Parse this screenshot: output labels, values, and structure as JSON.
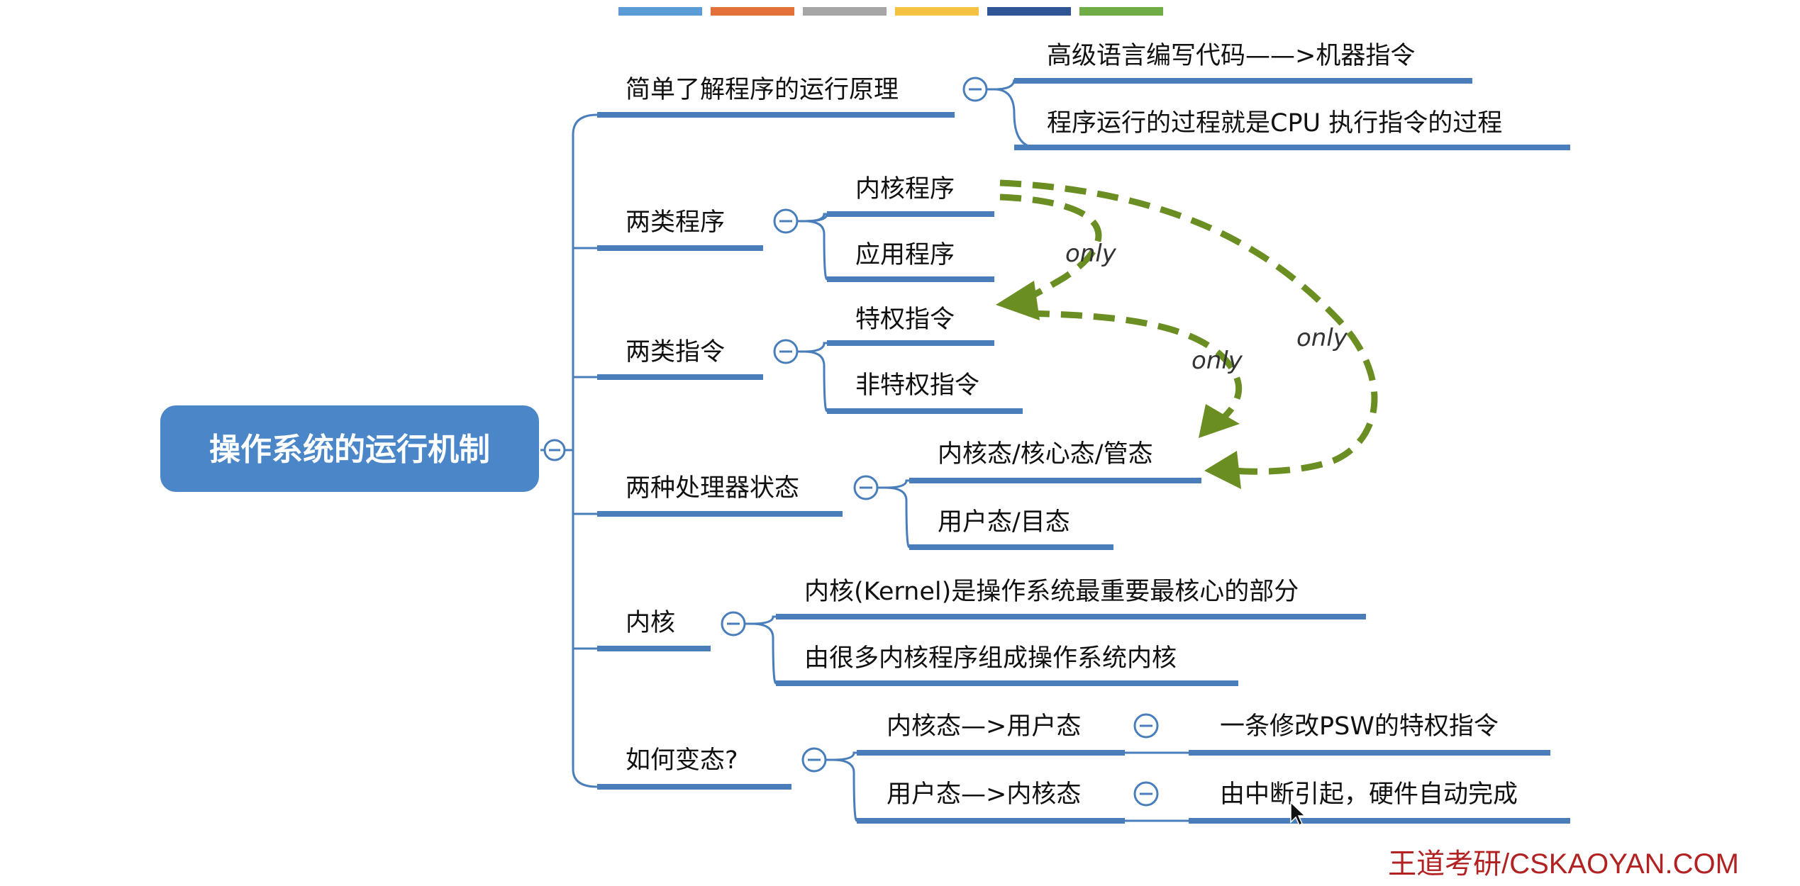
{
  "palette": [
    "#5b9bd5",
    "#e2703a",
    "#a5a5a5",
    "#f5c242",
    "#2f5597",
    "#70ad47"
  ],
  "root": {
    "label": "操作系统的运行机制"
  },
  "branches": [
    {
      "label": "简单了解程序的运行原理",
      "children": [
        "高级语言编写代码——>机器指令",
        "程序运行的过程就是CPU 执行指令的过程"
      ]
    },
    {
      "label": "两类程序",
      "children": [
        "内核程序",
        "应用程序"
      ]
    },
    {
      "label": "两类指令",
      "children": [
        "特权指令",
        "非特权指令"
      ]
    },
    {
      "label": "两种处理器状态",
      "children": [
        "内核态/核心态/管态",
        "用户态/目态"
      ]
    },
    {
      "label": "内核",
      "children": [
        "内核(Kernel)是操作系统最重要最核心的部分",
        "由很多内核程序组成操作系统内核"
      ]
    },
    {
      "label": "如何变态?",
      "children": [
        {
          "label": "内核态—>用户态",
          "detail": "一条修改PSW的特权指令"
        },
        {
          "label": "用户态—>内核态",
          "detail": "由中断引起，硬件自动完成"
        }
      ]
    }
  ],
  "relations": [
    {
      "from": "内核程序",
      "to": "特权指令",
      "label": "only"
    },
    {
      "from": "特权指令",
      "to": "内核态/核心态/管态",
      "label": "only"
    },
    {
      "from": "内核程序",
      "to": "内核态/核心态/管态",
      "label": "only"
    }
  ],
  "colors": {
    "node": "#4a7ebb",
    "root_fill": "#4a86c8",
    "relation": "#6b8e23",
    "watermark": "#b22222"
  },
  "watermark": "王道考研/CSKAOYAN.COM"
}
